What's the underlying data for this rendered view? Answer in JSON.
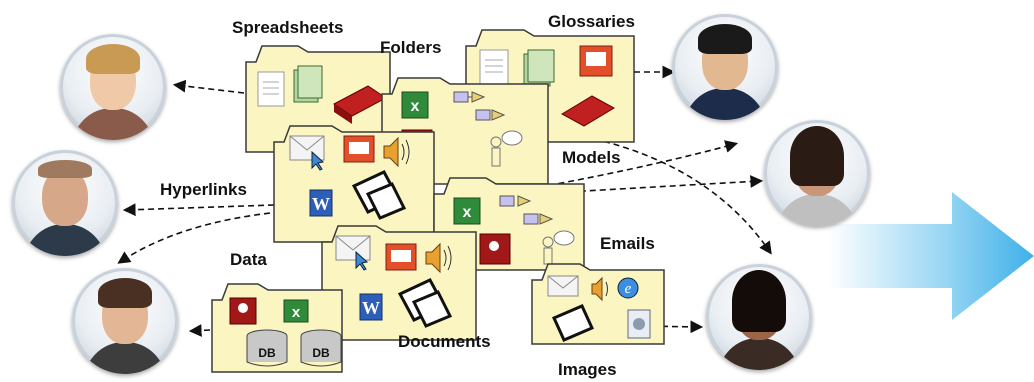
{
  "labels": {
    "spreadsheets": "Spreadsheets",
    "folders": "Folders",
    "glossaries": "Glossaries",
    "models": "Models",
    "hyperlinks": "Hyperlinks",
    "emails": "Emails",
    "data": "Data",
    "documents": "Documents",
    "images": "Images"
  },
  "db_label": "DB",
  "people": [
    {
      "name": "woman-blonde"
    },
    {
      "name": "man-bald"
    },
    {
      "name": "man-dark-hair"
    },
    {
      "name": "man-asian"
    },
    {
      "name": "woman-dark-hair"
    },
    {
      "name": "woman-indian"
    }
  ],
  "colors": {
    "folder_fill": "#fbf5c2",
    "folder_stroke": "#3a3a3a",
    "arrow_gradient_start": "#ffffff",
    "arrow_gradient_end": "#3fb0e8"
  }
}
